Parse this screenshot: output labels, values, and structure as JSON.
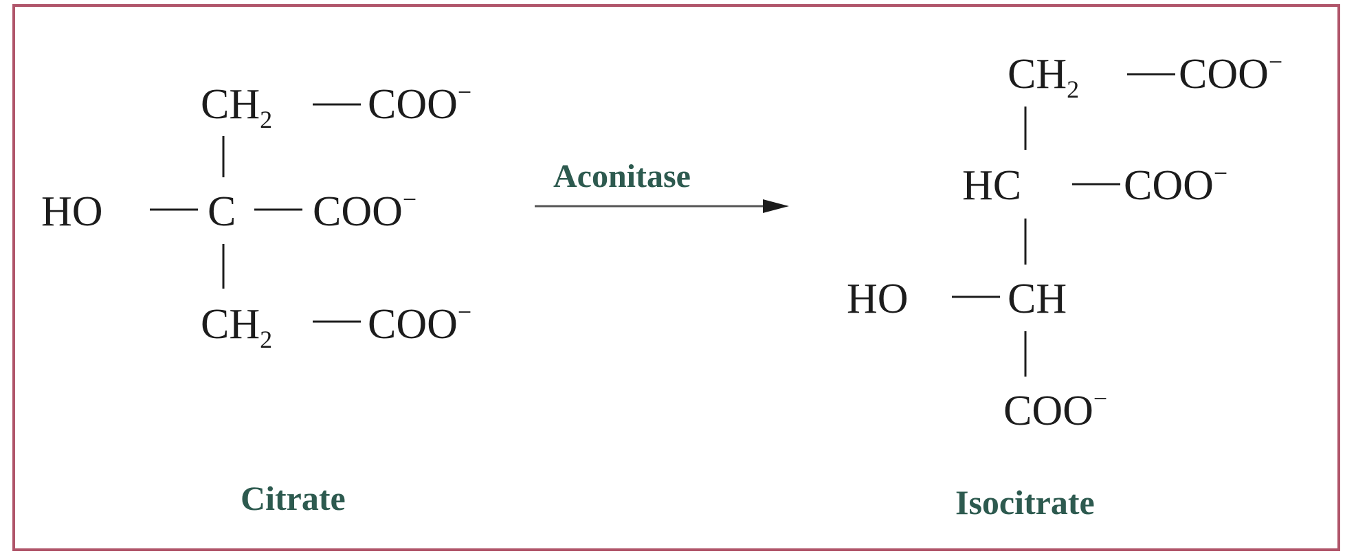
{
  "reaction": {
    "enzyme": "Aconitase",
    "reactant": {
      "name": "Citrate",
      "top_group": {
        "main": "CH",
        "sub": "2",
        "right": "COO",
        "charge": "−"
      },
      "middle_left": "HO",
      "middle_center": "C",
      "middle_right": {
        "main": "COO",
        "charge": "−"
      },
      "bottom_group": {
        "main": "CH",
        "sub": "2",
        "right": "COO",
        "charge": "−"
      }
    },
    "product": {
      "name": "Isocitrate",
      "top_group": {
        "main": "CH",
        "sub": "2",
        "right": "COO",
        "charge": "−"
      },
      "second_center": "HC",
      "second_right": {
        "main": "COO",
        "charge": "−"
      },
      "third_left": "HO",
      "third_center": "CH",
      "bottom_group": {
        "main": "COO",
        "charge": "−"
      }
    }
  },
  "colors": {
    "frame_border": "#b0556a",
    "label_text": "#2d5a4f",
    "formula_text": "#1c1c1c"
  }
}
